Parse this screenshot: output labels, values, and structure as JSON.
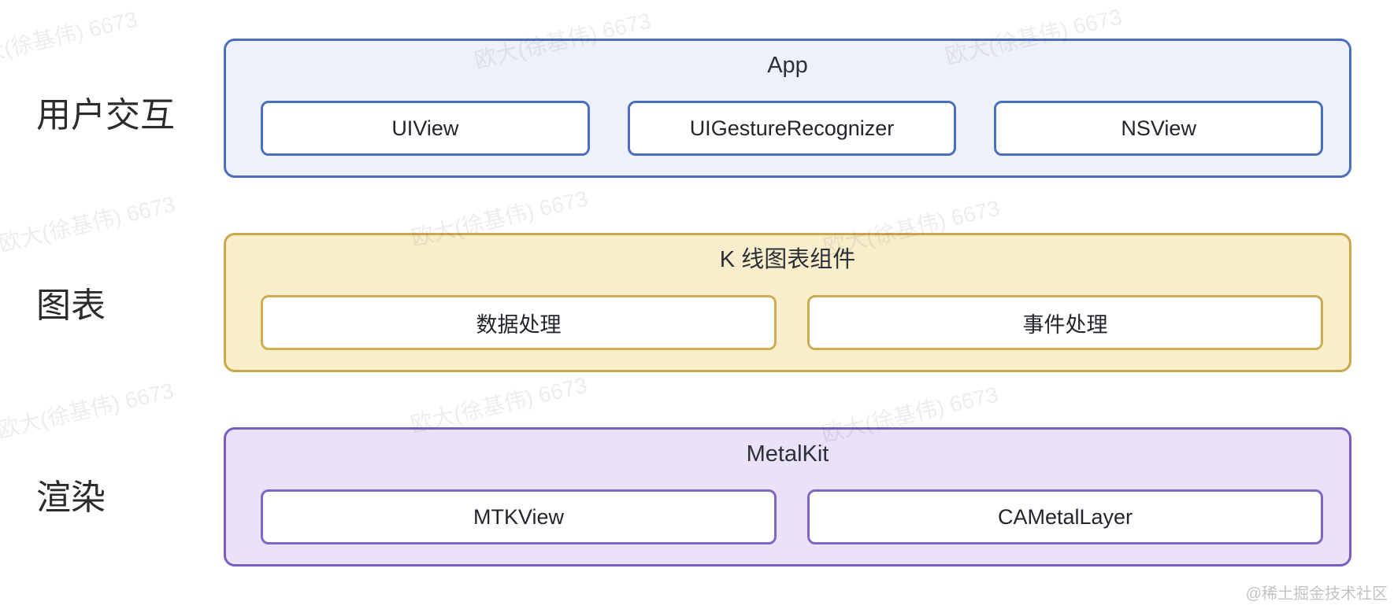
{
  "page": {
    "background": "#ffffff"
  },
  "watermark": {
    "text": "欧大(徐基伟) 6673"
  },
  "credit": {
    "text": "@稀土掘金技术社区"
  },
  "rows": [
    {
      "side_label": "用户交互",
      "title": "App",
      "colors": {
        "fill": "#edf1fa",
        "border": "#4b6fbe"
      },
      "children": [
        {
          "label": "UIView"
        },
        {
          "label": "UIGestureRecognizer"
        },
        {
          "label": "NSView"
        }
      ]
    },
    {
      "side_label": "图表",
      "title": "K 线图表组件",
      "colors": {
        "fill": "#f9eecb",
        "border": "#cba64b"
      },
      "children": [
        {
          "label": "数据处理"
        },
        {
          "label": "事件处理"
        }
      ]
    },
    {
      "side_label": "渲染",
      "title": "MetalKit",
      "colors": {
        "fill": "#e9e2f8",
        "border": "#7a5ec2"
      },
      "children": [
        {
          "label": "MTKView"
        },
        {
          "label": "CAMetalLayer"
        }
      ]
    }
  ]
}
